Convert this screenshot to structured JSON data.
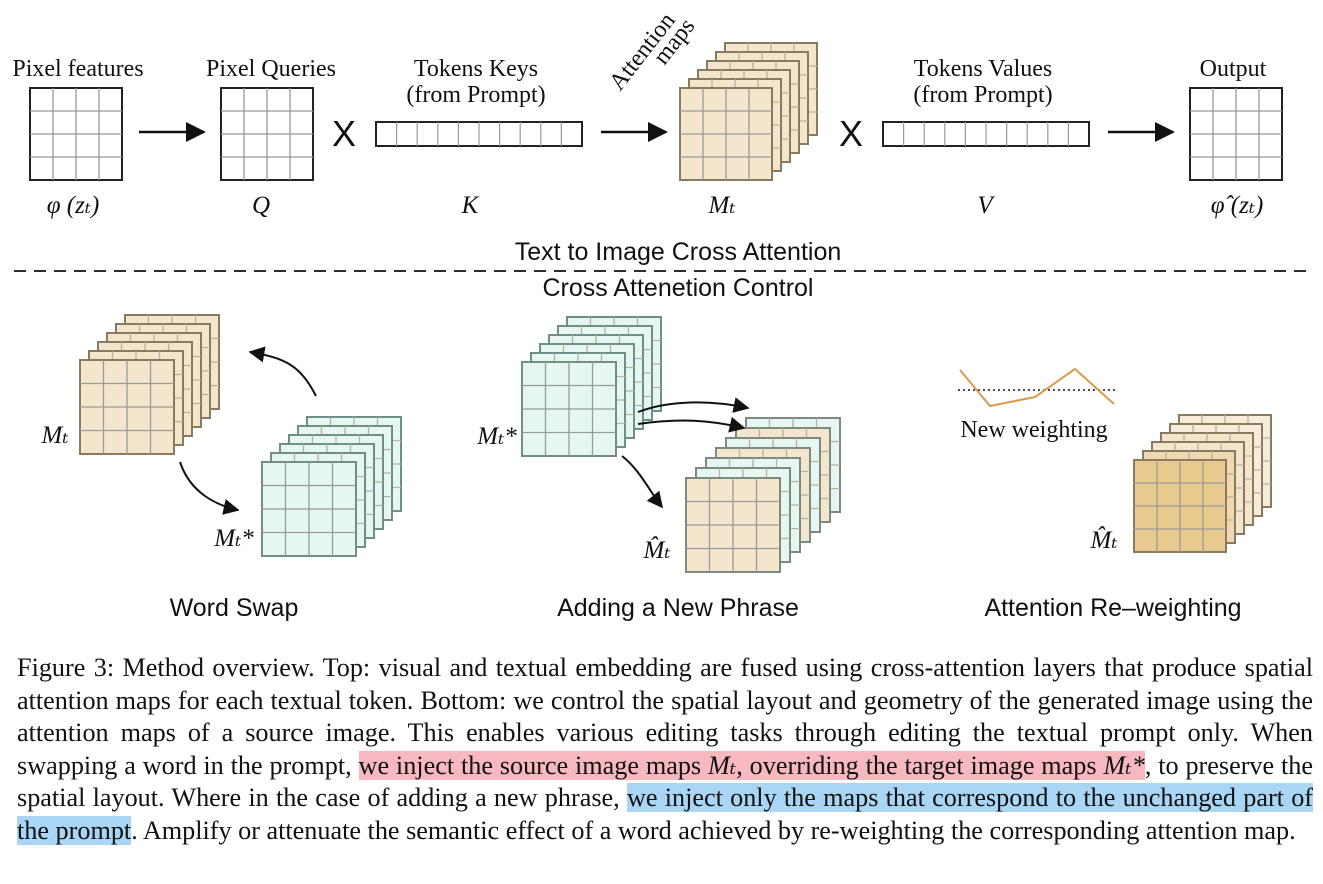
{
  "top": {
    "pixel_features_label": "Pixel features",
    "pixel_features_sym": "φ (zₜ)",
    "pixel_queries_label": "Pixel Queries",
    "pixel_queries_sym": "Q",
    "tokens_keys_label_1": "Tokens Keys",
    "tokens_keys_label_2": "(from Prompt)",
    "tokens_keys_sym": "K",
    "attention_maps_label_1": "Attention",
    "attention_maps_label_2": "maps",
    "attention_maps_sym": "Mₜ",
    "tokens_values_label_1": "Tokens Values",
    "tokens_values_label_2": "(from Prompt)",
    "tokens_values_sym": "V",
    "output_label": "Output",
    "output_sym": "φ̂ (zₜ)",
    "multiply_symbol": "X"
  },
  "section_top_title": "Text to Image Cross Attention",
  "section_bottom_title": "Cross Attenetion Control",
  "bottom": {
    "word_swap_title": "Word Swap",
    "word_swap_source_sym": "Mₜ",
    "word_swap_target_sym": "Mₜ*",
    "adding_phrase_title": "Adding a New Phrase",
    "adding_phrase_source_sym": "Mₜ*",
    "adding_phrase_result_sym": "M̂ₜ",
    "reweighting_title": "Attention Re–weighting",
    "reweighting_label": "New weighting",
    "reweighting_sym": "M̂ₜ"
  },
  "caption": {
    "part1": "Figure 3: Method overview. Top: visual and textual embedding are fused using cross-attention layers that produce spatial attention maps for each textual token. Bottom: we control the spatial layout and geometry of the generated image using the attention maps of a source image. This enables various editing tasks through editing the textual prompt only. When swapping a word in the prompt, ",
    "highlight_red_1": "we inject the source image maps ",
    "highlight_red_math_1": "Mₜ",
    "highlight_red_2": ", overriding the target image maps ",
    "highlight_red_math_2": "Mₜ*",
    "part2": ", to preserve the spatial layout. Where in the case of adding a new phrase, ",
    "highlight_blue": "we inject only the maps that correspond to the unchanged part of the prompt",
    "part3": ". Amplify or attenuate the semantic effect of a word achieved by re-weighting the corresponding attention map."
  },
  "colors": {
    "map_warm": "#f4e6cc",
    "map_warm_border": "#8a7b60",
    "map_cool": "#e6f7f2",
    "map_cool_border": "#6f8f88",
    "map_strong": "#e8c98e",
    "weight_line": "#d99a4e",
    "highlight_red": "#f7b8c0",
    "highlight_blue": "#a9d6f5"
  }
}
